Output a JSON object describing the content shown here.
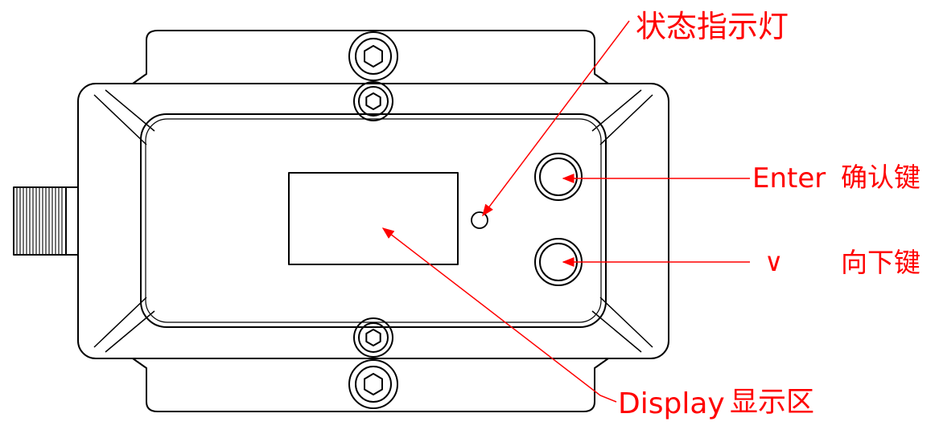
{
  "annotations": {
    "status_led": "状态指示灯",
    "enter_en": "Enter",
    "enter_zh": "确认键",
    "down_symbol": "∨",
    "down_zh": "向下键",
    "display_en": "Display",
    "display_zh": "显示区"
  },
  "colors": {
    "outline": "#000000",
    "annotation": "#ff0000",
    "background": "#ffffff"
  }
}
